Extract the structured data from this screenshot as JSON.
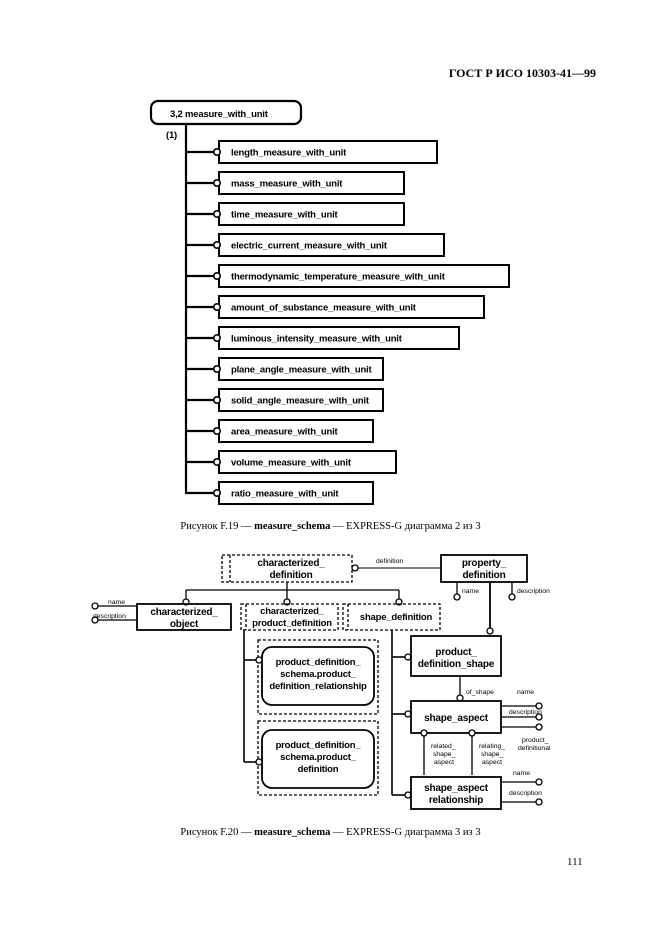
{
  "header": "ГОСТ Р ИСО 10303-41—99",
  "page_number": "111",
  "fig19": {
    "root_label": "3,2 measure_with_unit",
    "branch_marker": "(1)",
    "items": [
      "length_measure_with_unit",
      "mass_measure_with_unit",
      "time_measure_with_unit",
      "electric_current_measure_with_unit",
      "thermodynamic_temperature_measure_with_unit",
      "amount_of_substance_measure_with_unit",
      "luminous_intensity_measure_with_unit",
      "plane_angle_measure_with_unit",
      "solid_angle_measure_with_unit",
      "area_measure_with_unit",
      "volume_measure_with_unit",
      "ratio_measure_with_unit"
    ],
    "caption": {
      "prefix": "Рисунок F.19 — ",
      "schema": "measure_schema",
      "suffix": " — EXPRESS-G диаграмма 2 из 3"
    }
  },
  "fig20": {
    "characterized_definition": [
      "characterized_",
      "definition"
    ],
    "property_definition": [
      "property_",
      "definition"
    ],
    "characterized_object": [
      "characterized_",
      "object"
    ],
    "characterized_product_definition": [
      "characterized_",
      "product_definition"
    ],
    "shape_definition": "shape_definition",
    "pd_relationship": [
      "product_definition_",
      "schema.product_",
      "definition_relationship"
    ],
    "pd": [
      "product_definition_",
      "schema.product_",
      "definition"
    ],
    "product_definition_shape": [
      "product_",
      "definition_shape"
    ],
    "shape_aspect": "shape_aspect",
    "shape_aspect_relationship": [
      "shape_aspect",
      "relationship"
    ],
    "attr_definition": "definition",
    "attr_name": "name",
    "attr_description": "description",
    "attr_of_shape": "of_shape",
    "attr_product_definitional": [
      "product_",
      "definitional"
    ],
    "attr_related": [
      "related_",
      "shape_",
      "aspect"
    ],
    "attr_relating": [
      "relating_",
      "shape_",
      "aspect"
    ],
    "caption": {
      "prefix": "Рисунок F.20 — ",
      "schema": "measure_schema",
      "suffix": " — EXPRESS-G диаграмма 3 из 3"
    }
  }
}
